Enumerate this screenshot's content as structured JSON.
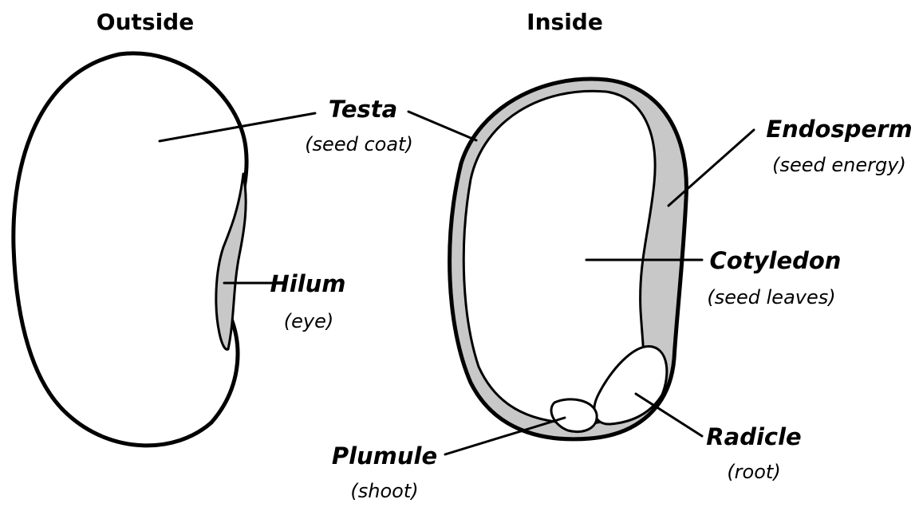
{
  "headings": {
    "outside": "Outside",
    "inside": "Inside"
  },
  "labels": {
    "testa": {
      "name": "Testa",
      "desc": "(seed coat)"
    },
    "hilum": {
      "name": "Hilum",
      "desc": "(eye)"
    },
    "endosperm": {
      "name": "Endosperm",
      "desc": "(seed energy)"
    },
    "cotyledon": {
      "name": "Cotyledon",
      "desc": "(seed leaves)"
    },
    "plumule": {
      "name": "Plumule",
      "desc": "(shoot)"
    },
    "radicle": {
      "name": "Radicle",
      "desc": "(root)"
    }
  },
  "colors": {
    "outline": "#000000",
    "fill": "#ffffff",
    "shading": "#c8c8c8"
  }
}
